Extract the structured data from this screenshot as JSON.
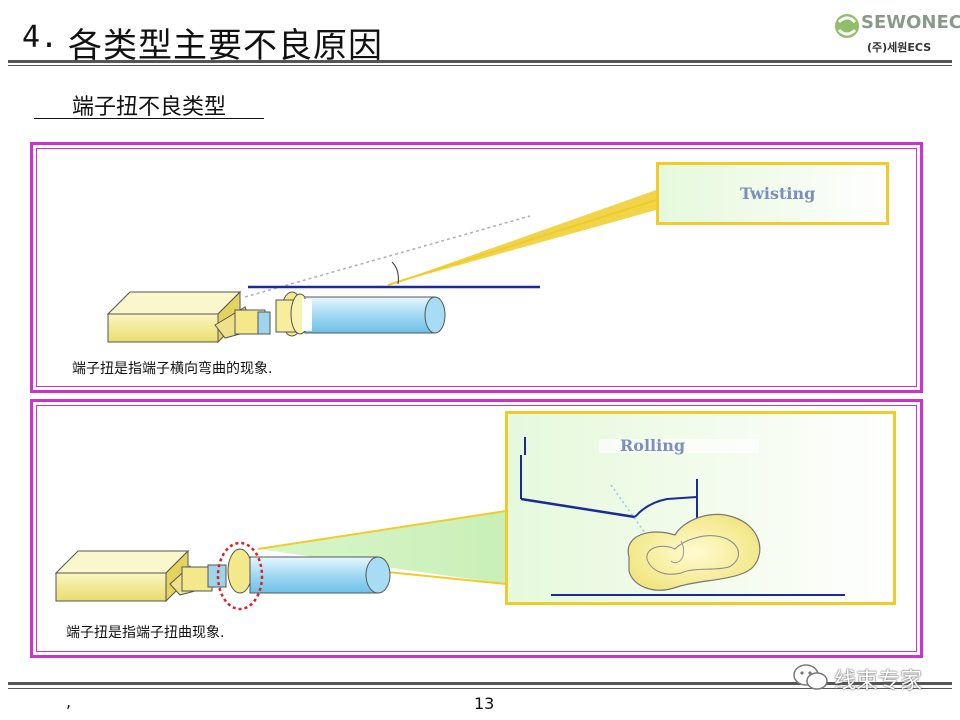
{
  "header": {
    "section_number": "4.",
    "title": "各类型主要不良原因",
    "logo_main": "SEWONECS",
    "logo_sub": "(주)세원ECS"
  },
  "subtitle": "端子扭不良类型",
  "panel_top": {
    "callout_label": "Twisting",
    "caption": "端子扭是指端子横向弯曲的现象."
  },
  "panel_bottom": {
    "callout_label": "Rolling",
    "caption": "端子扭是指端子扭曲现象."
  },
  "footer": {
    "comma": ",",
    "page_number": "13",
    "watermark": "线束专家"
  },
  "colors": {
    "panel_border": "#cc33cc",
    "callout_border": "#f0cc2a",
    "callout_fill": "#e6f9dc",
    "blue_line": "#1a2a9a",
    "tube_blue": "#a8dcf4",
    "connector_yellow": "#f5ef9e",
    "highlight_red": "#e02020"
  }
}
